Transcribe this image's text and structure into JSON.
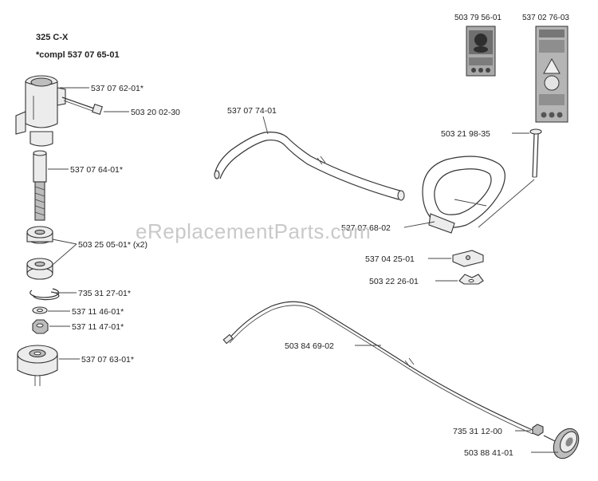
{
  "header": {
    "model": "325 C-X",
    "complete_note": "*compl 537 07 65-01"
  },
  "watermark": "eReplacementParts.com",
  "parts": {
    "clamp_housing": "537 07 62-01*",
    "screw": "503 20 02-30",
    "drive_shaft": "537 07 64-01*",
    "bearing": "503 25 05-01* (x2)",
    "circlip": "735 31 27-01*",
    "washer": "537 11 46-01*",
    "nut": "537 11 47-01*",
    "bearing_housing": "537 07 63-01*",
    "shaft_tube": "537 07 74-01",
    "decal_left": "503 79 56-01",
    "decal_right": "537 02 76-03",
    "bolt": "503 21 98-35",
    "loop_handle": "537 07 68-02",
    "bracket": "537 04 25-01",
    "wing_nut": "503 22 26-01",
    "throttle_cable": "503 84 69-02",
    "cable_nut": "735 31 12-00",
    "cable_knob": "503 88 41-01"
  }
}
